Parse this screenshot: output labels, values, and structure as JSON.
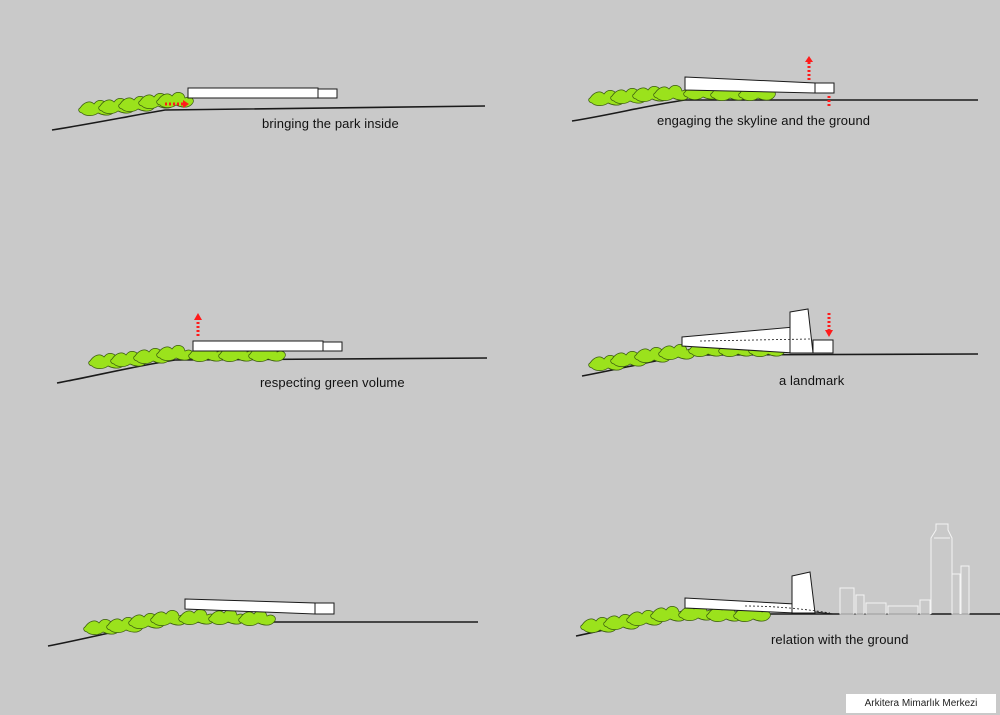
{
  "diagrams": [
    {
      "caption": "bringing the park inside"
    },
    {
      "caption": "engaging the skyline and the ground"
    },
    {
      "caption": "respecting green volume"
    },
    {
      "caption": "a landmark"
    },
    {
      "caption": ""
    },
    {
      "caption": "relation with the ground"
    }
  ],
  "credit": "Arkitera Mimarlık Merkezi",
  "colors": {
    "background": "#c9c9c9",
    "vegetation": "#9be21c",
    "building": "#ffffff",
    "arrow": "#ff1a1a",
    "line": "#1a1a1a"
  }
}
